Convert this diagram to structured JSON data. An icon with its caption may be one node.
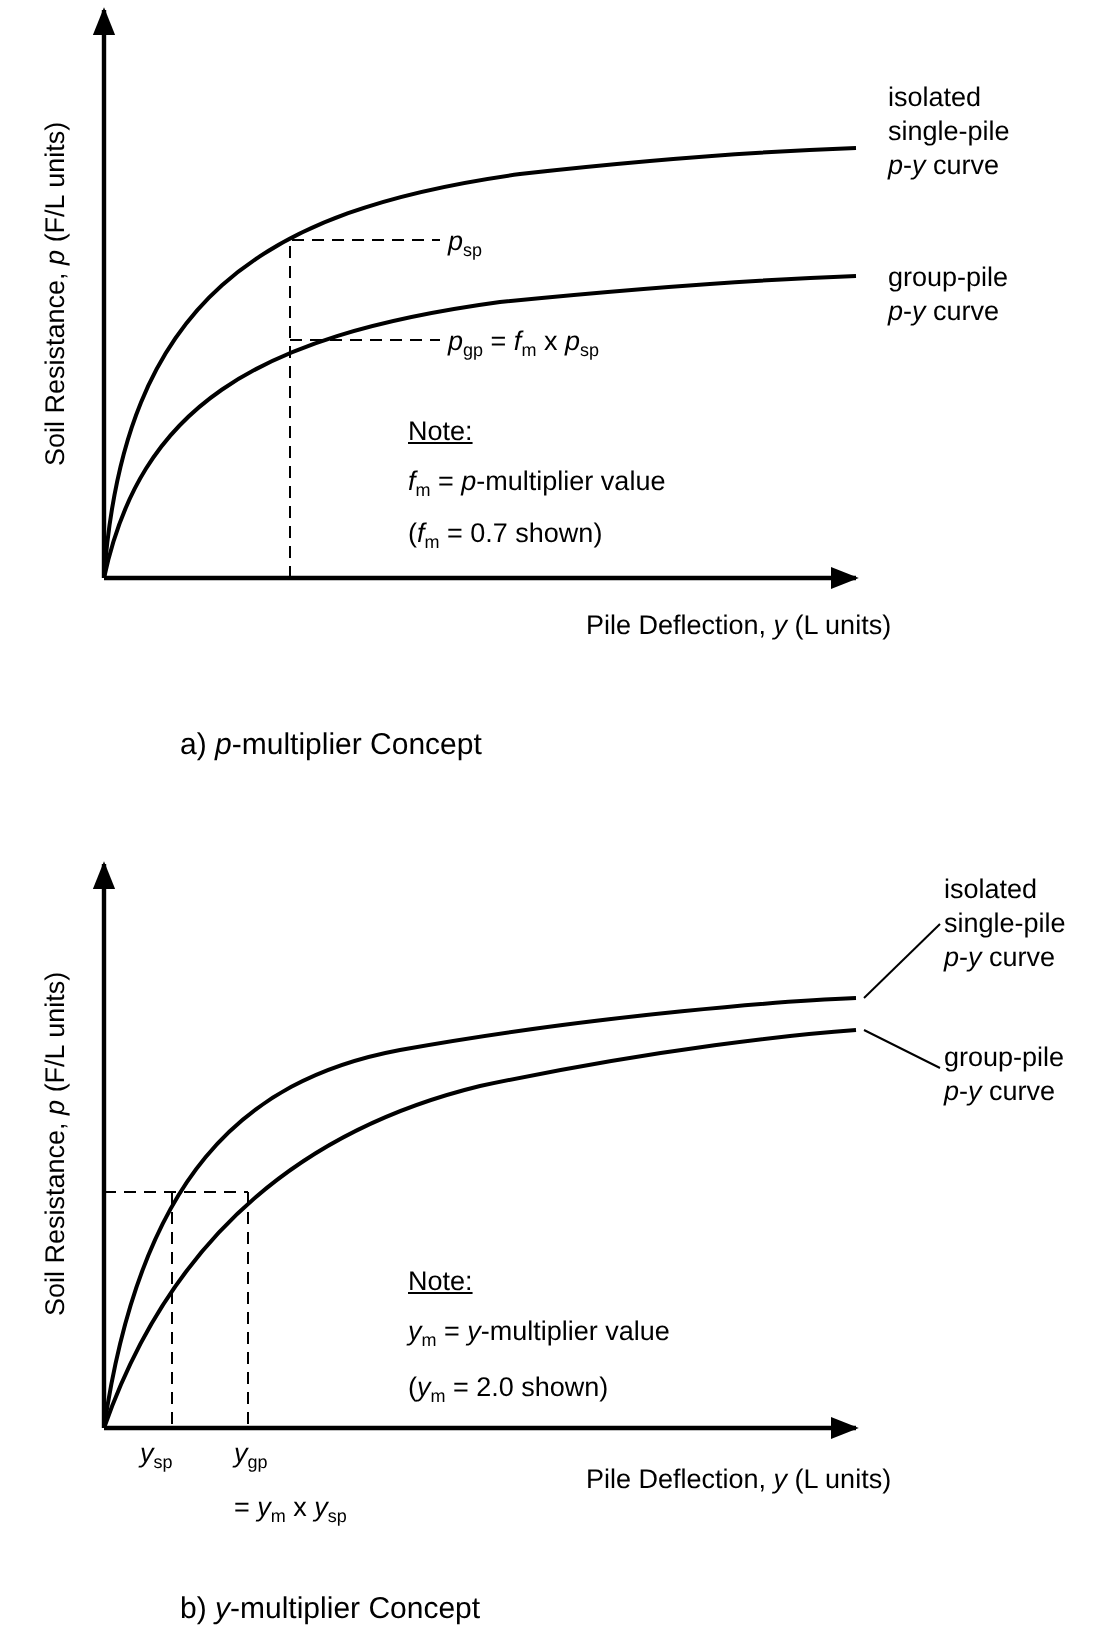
{
  "diagram": {
    "nodes": [
      {
        "text": [
          "isolated single-pile *p*-*y* curve"
        ]
      },
      {
        "text": [],
        "shape": "curve"
      },
      {
        "text": [
          "group-pile *p*-*y* curve"
        ]
      },
      {
        "text": [],
        "shape": "curve"
      }
    ],
    "edges": [
      {
        "from": 0,
        "to": 1,
        "arrow": "none"
      },
      {
        "from": 2,
        "to": 3,
        "arrow": "none"
      }
    ],
    "labels": [
      "Soil Resistance, *p* (F/L units)",
      "isolated single-pile *p*-*y* curve",
      "*p*$_{sp}$",
      "group-pile *p*-*y* curve",
      "*p*$_{gp}$ = *f*$_{m}$ x *p*$_{sp}$",
      "Note:",
      "*f*$_{m}$ = *p*-multiplier value",
      "(*f*$_{m}$ = 0.7 shown)",
      "Pile Deflection, *y* (L units)",
      "a)  *p*-multiplier Concept",
      "Soil Resistance, *p* (F/L units)",
      "Note:",
      "*y*$_{m}$ = *y*-multiplier value",
      "(*y*$_{m}$ = 2.0 shown)",
      "*y*$_{sp}$",
      "*y*$_{gp}$",
      "Pile Deflection, *y* (L units)",
      "= *y*$_{m}$ x *y*$_{sp}$",
      "b)  *y*-multiplier Concept"
    ]
  }
}
